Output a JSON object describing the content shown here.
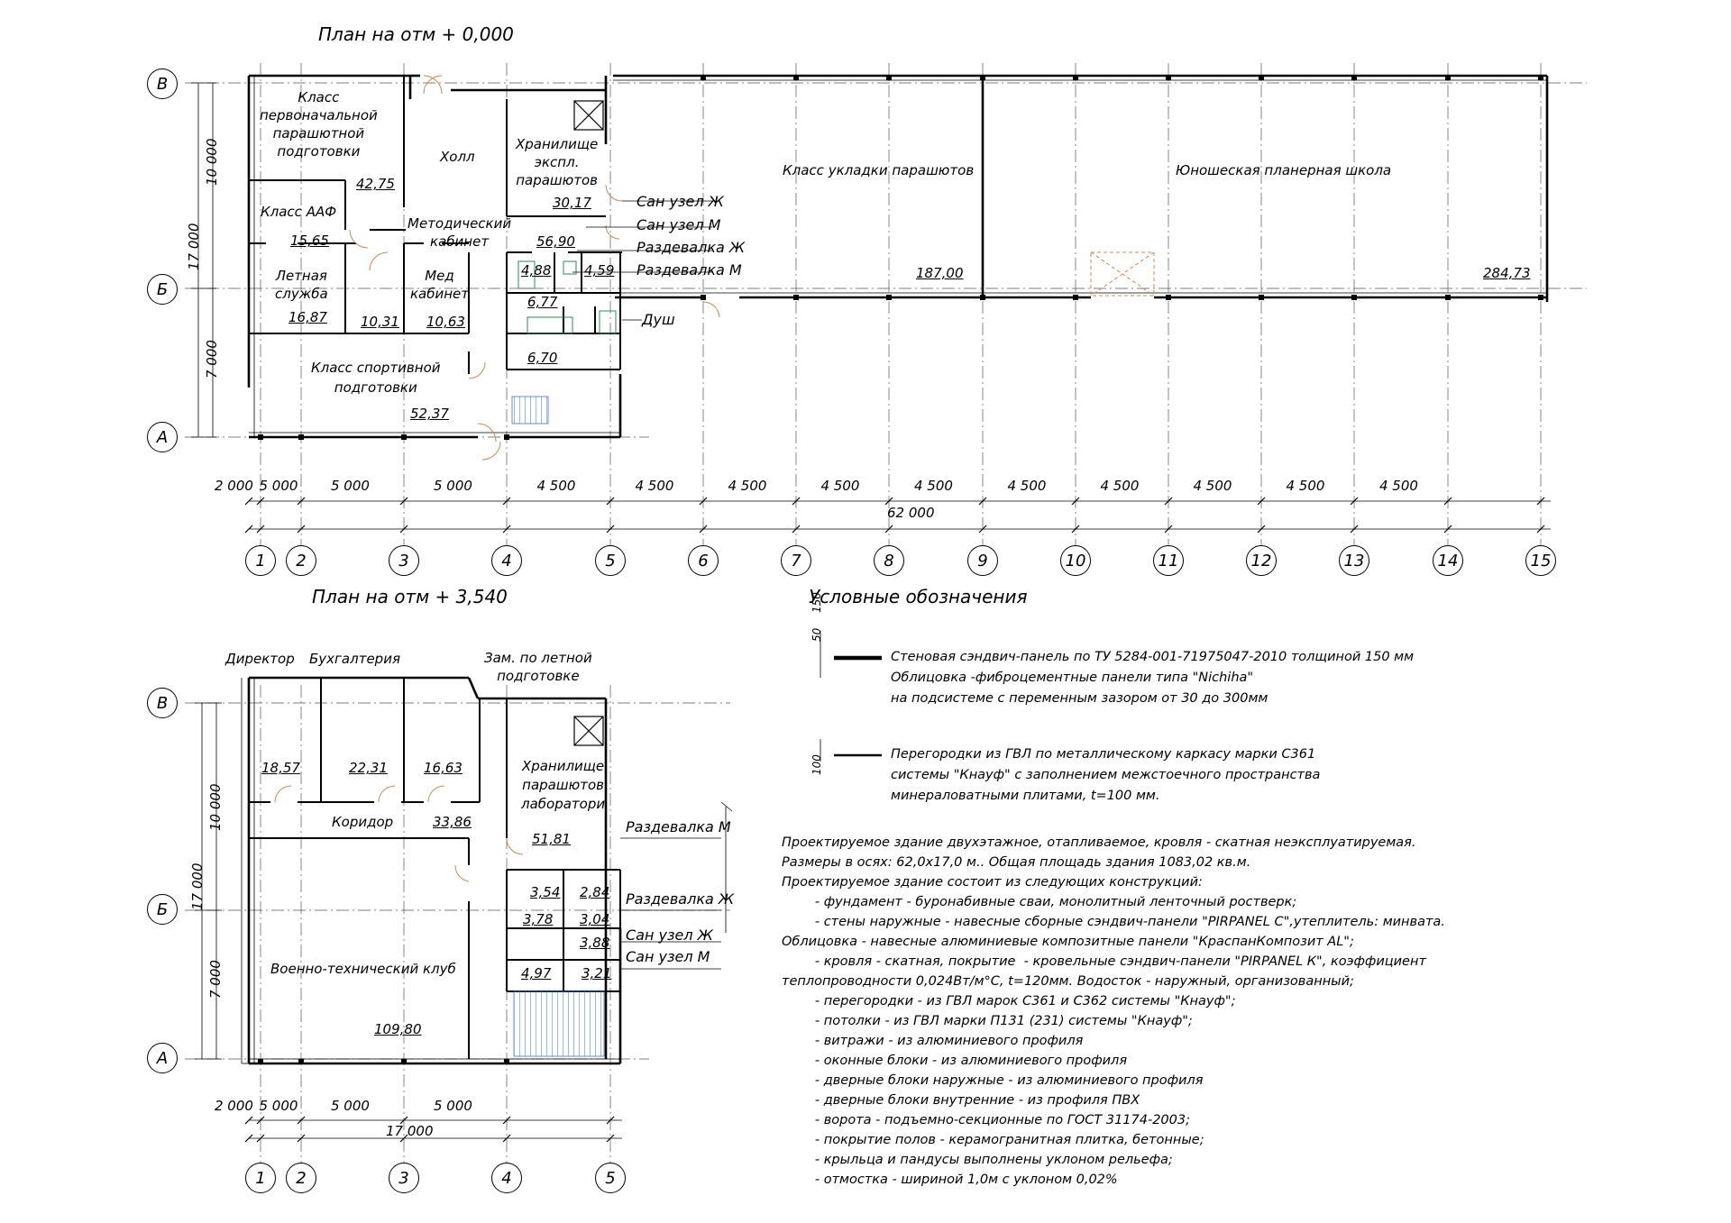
{
  "plan1": {
    "title": "План на отм + 0,000",
    "axes_letters": [
      "В",
      "Б",
      "А"
    ],
    "axes_numbers": [
      "1",
      "2",
      "3",
      "4",
      "5",
      "6",
      "7",
      "8",
      "9",
      "10",
      "11",
      "12",
      "13",
      "14",
      "15"
    ],
    "dims_bottom": [
      "2 000",
      "5 000",
      "5 000",
      "5 000",
      "4 500",
      "4 500",
      "4 500",
      "4 500",
      "4 500",
      "4 500",
      "4 500",
      "4 500",
      "4 500",
      "4 500"
    ],
    "dim_total": "62 000",
    "dims_left": [
      "10 000",
      "17 000",
      "7 000"
    ],
    "rooms": {
      "r1_name": "Класс\nпервоначальной\nпарашютной\nподготовки",
      "r1_area": "42,75",
      "hall": "Холл",
      "storage_name": "Хранилище\nэкспл.\nпарашютов",
      "storage_area": "30,17",
      "aaf_name": "Класс ААФ",
      "aaf_area": "15,65",
      "method_name": "Методический\nкабинет",
      "method_area": "56,90",
      "flight_name": "Летная\nслужба",
      "flight_area": "16,87",
      "a1031": "10,31",
      "med_name": "Мед\nкабинет",
      "med_area": "10,63",
      "sport_name": "Класс спортивной\nподготовки",
      "sport_area": "52,37",
      "a488": "4,88",
      "a459": "4,59",
      "a677": "6,77",
      "a670": "6,70",
      "pack_name": "Класс укладки парашютов",
      "pack_area": "187,00",
      "glider_name": "Юношеская планерная школа",
      "glider_area": "284,73"
    },
    "callouts": [
      "Сан узел Ж",
      "Сан узел М",
      "Раздевалка Ж",
      "Раздевалка М",
      "Душ"
    ]
  },
  "plan2": {
    "title": "План на отм + 3,540",
    "axes_letters": [
      "В",
      "Б",
      "А"
    ],
    "axes_numbers": [
      "1",
      "2",
      "3",
      "4",
      "5"
    ],
    "dims_bottom": [
      "2 000",
      "5 000",
      "5 000",
      "5 000"
    ],
    "dim_total": "17 000",
    "dims_left": [
      "10 000",
      "17 000",
      "7 000"
    ],
    "rooms": {
      "director": "Директор",
      "accounting": "Бухгалтерия",
      "deputy": "Зам. по летной\nподготовке",
      "a1857": "18,57",
      "a2231": "22,31",
      "a1663": "16,63",
      "storage_name": "Хранилище\nпарашютов\nлаборатори",
      "storage_area": "51,81",
      "corridor_name": "Коридор",
      "corridor_area": "33,86",
      "club_name": "Военно-технический клуб",
      "club_area": "109,80",
      "a354": "3,54",
      "a284": "2,84",
      "a378": "3,78",
      "a304": "3,04",
      "a388": "3,88",
      "a497": "4,97",
      "a321": "3,21"
    },
    "callouts": [
      "Раздевалка М",
      "Раздевалка Ж",
      "Сан узел Ж",
      "Сан узел М"
    ]
  },
  "legend": {
    "title": "Условные обозначения",
    "dim_50": "50",
    "dim_150": "150",
    "dim_100": "100",
    "item1": [
      "Стеновая сэндвич-панель по ТУ 5284-001-71975047-2010 толщиной 150 мм",
      "Облицовка -фиброцементные панели типа \"Nichiha\"",
      "на подсистеме с переменным зазором от 30 до 300мм"
    ],
    "item2": [
      "Перегородки из ГВЛ по металлическому каркасу марки С361",
      "системы \"Кнауф\" с заполнением межстоечного пространства",
      "минераловатными плитами, t=100 мм."
    ]
  },
  "notes": [
    "Проектируемое здание двухэтажное, отапливаемое, кровля - скатная неэксплуатируемая.",
    "Размеры в осях: 62,0х17,0 м.. Общая площадь здания 1083,02 кв.м.",
    "Проектируемое здание состоит из следующих конструкций:",
    "        - фундамент - буронабивные сваи, монолитный ленточный ростверк;",
    "        - стены наружные - навесные сборные сэндвич-панели \"PIRPANEL С\",утеплитель: минвата.",
    "Облицовка - навесные алюминиевые композитные панели \"КраспанКомпозит AL\";",
    "        - кровля - скатная, покрытие  - кровельные сэндвич-панели \"PIRPANEL К\", коэффициент",
    "теплопроводности 0,024Вт/м°С, t=120мм. Водосток - наружный, организованный;",
    "        - перегородки - из ГВЛ марок С361 и С362 системы \"Кнауф\";",
    "        - потолки - из ГВЛ марки П131 (231) системы \"Кнауф\";",
    "        - витражи - из алюминиевого профиля",
    "        - оконные блоки - из алюминиевого профиля",
    "        - дверные блоки наружные - из алюминиевого профиля",
    "        - дверные блоки внутренние - из профиля ПВХ",
    "        - ворота - подъемно-секционные по ГОСТ 31174-2003;",
    "        - покрытие полов - керамогранитная плитка, бетонные;",
    "        - крыльца и пандусы выполнены уклоном рельефа;",
    "        - отмостка - шириной 1,0м с уклоном 0,02%"
  ]
}
